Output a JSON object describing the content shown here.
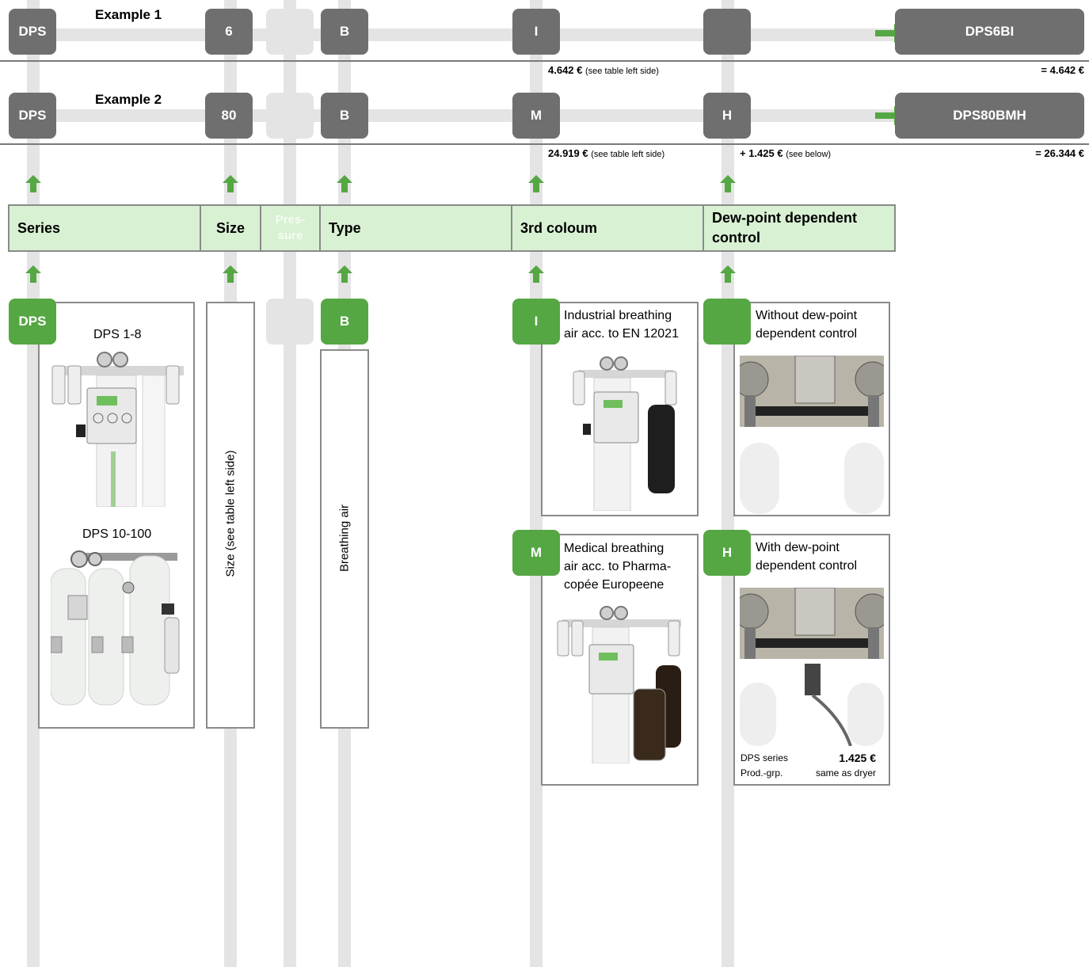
{
  "examples": [
    {
      "label": "Example 1",
      "codes": {
        "series": "DPS",
        "size": "6",
        "pressure": "",
        "type": "B",
        "third": "I",
        "dew": ""
      },
      "result": "DPS6BI",
      "price_third": "4.642 €",
      "price_third_note": "(see table left side)",
      "price_dew": "",
      "price_dew_note": "",
      "total": "= 4.642 €"
    },
    {
      "label": "Example 2",
      "codes": {
        "series": "DPS",
        "size": "80",
        "pressure": "",
        "type": "B",
        "third": "M",
        "dew": "H"
      },
      "result": "DPS80BMH",
      "price_third": "24.919 €",
      "price_third_note": "(see table left side)",
      "price_dew": "+ 1.425 €",
      "price_dew_note": "(see below)",
      "total": "= 26.344 €"
    }
  ],
  "headers": {
    "series": "Series",
    "size": "Size",
    "pressure_line1": "Pres-",
    "pressure_line2": "sure",
    "type": "Type",
    "third": "3rd coloum",
    "dew_line1": "Dew-point dependent",
    "dew_line2": "control"
  },
  "options": {
    "series": {
      "code": "DPS",
      "model1": "DPS 1-8",
      "model2": "DPS 10-100"
    },
    "size": {
      "text": "Size (see table left side)"
    },
    "type": {
      "code": "B",
      "text": "Breathing air"
    },
    "third_i": {
      "code": "I",
      "line1": "Industrial breathing",
      "line2": "air acc. to EN 12021"
    },
    "third_m": {
      "code": "M",
      "line1": "Medical breathing",
      "line2": "air acc. to Pharma-",
      "line3": "copée Europeene"
    },
    "dew_none": {
      "code": "",
      "line1": "Without dew-point",
      "line2": "dependent control"
    },
    "dew_h": {
      "code": "H",
      "line1": "With dew-point",
      "line2": "dependent control",
      "series_label": "DPS series",
      "prodgrp_label": "Prod.-grp.",
      "price": "1.425 €",
      "same_as": "same as dryer"
    }
  },
  "colors": {
    "dark_box": "#6f6f6f",
    "green": "#55a743",
    "header_bg": "#d9f1d3",
    "line": "#e4e4e4"
  }
}
